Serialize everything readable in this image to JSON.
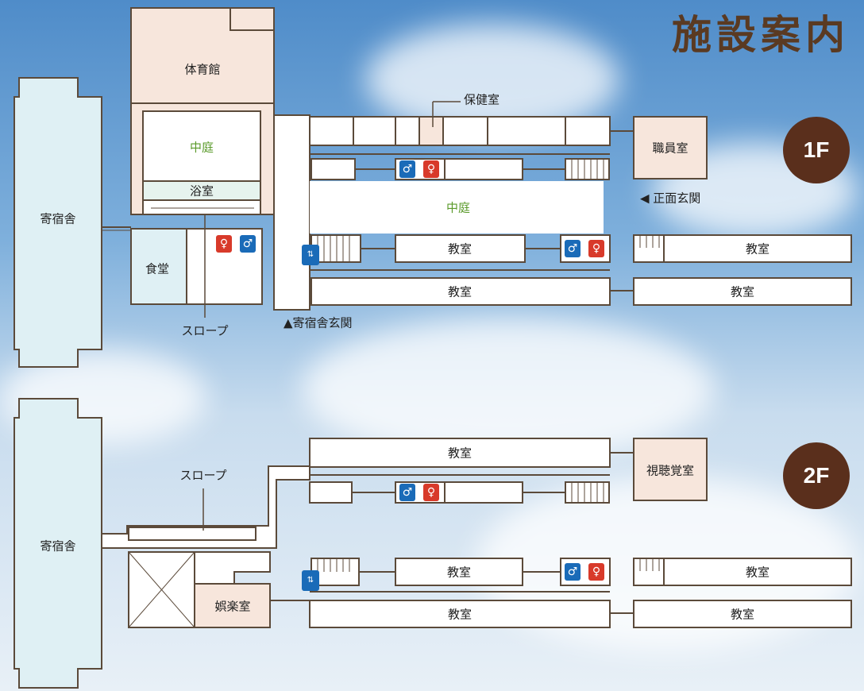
{
  "page_title": "施設案内",
  "floors": {
    "f1": {
      "badge": "1F",
      "labels": {
        "dorm": "寄宿舎",
        "gym": "体育館",
        "courtyard_left": "中庭",
        "bath": "浴室",
        "dining": "食堂",
        "slope": "スロープ",
        "dorm_entrance": "▲寄宿舎玄関",
        "health_room": "保健室",
        "staff_room": "職員室",
        "main_entrance": "◀ 正面玄関",
        "courtyard_center": "中庭",
        "classroom_a": "教室",
        "classroom_b": "教室",
        "classroom_c": "教室",
        "classroom_d": "教室"
      }
    },
    "f2": {
      "badge": "2F",
      "labels": {
        "dorm": "寄宿舎",
        "slope": "スロープ",
        "recreation": "娯楽室",
        "av_room": "視聴覚室",
        "classroom_top": "教室",
        "classroom_a": "教室",
        "classroom_b": "教室",
        "classroom_c": "教室",
        "classroom_d": "教室"
      }
    }
  },
  "icons": {
    "restroom_male": "♂",
    "restroom_female": "♀",
    "elevator": "⇅"
  },
  "colors": {
    "dorm_fill": "#dff0f4",
    "gym_fill": "#f7e6dc",
    "room_fill": "#ffffff",
    "wall": "#5b4a3a",
    "accent_green": "#5a9a2a",
    "badge_brown": "#5a2f1c"
  }
}
